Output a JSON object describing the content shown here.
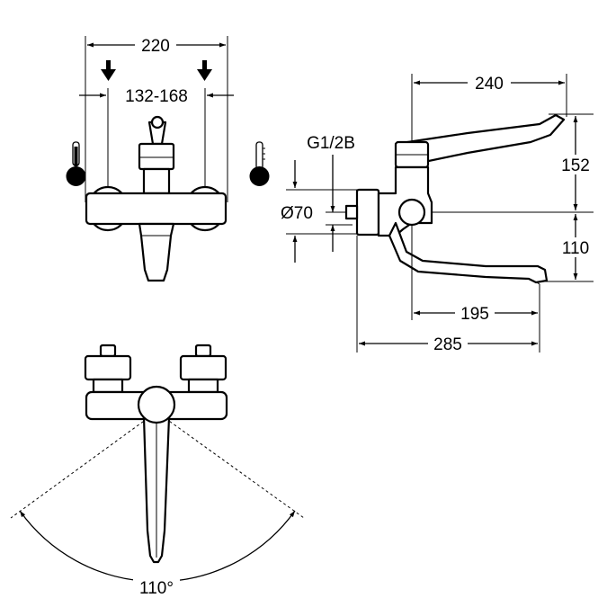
{
  "front_view": {
    "dim_overall_width": "220",
    "dim_inlet_spacing": "132-168"
  },
  "side_view": {
    "dim_spout_reach_top": "240",
    "dim_height_above_axis": "152",
    "dim_thread": "G1/2B",
    "dim_rosette_diameter": "Ø70",
    "dim_height_below_axis": "110",
    "dim_spout_reach": "195",
    "dim_overall_projection": "285"
  },
  "top_view": {
    "dim_swivel_angle": "110°"
  },
  "icons": {
    "hot_supply": "thermometer-hot-icon",
    "cold_supply": "thermometer-cold-icon",
    "inlet_markers": "arrow-down-icon"
  }
}
